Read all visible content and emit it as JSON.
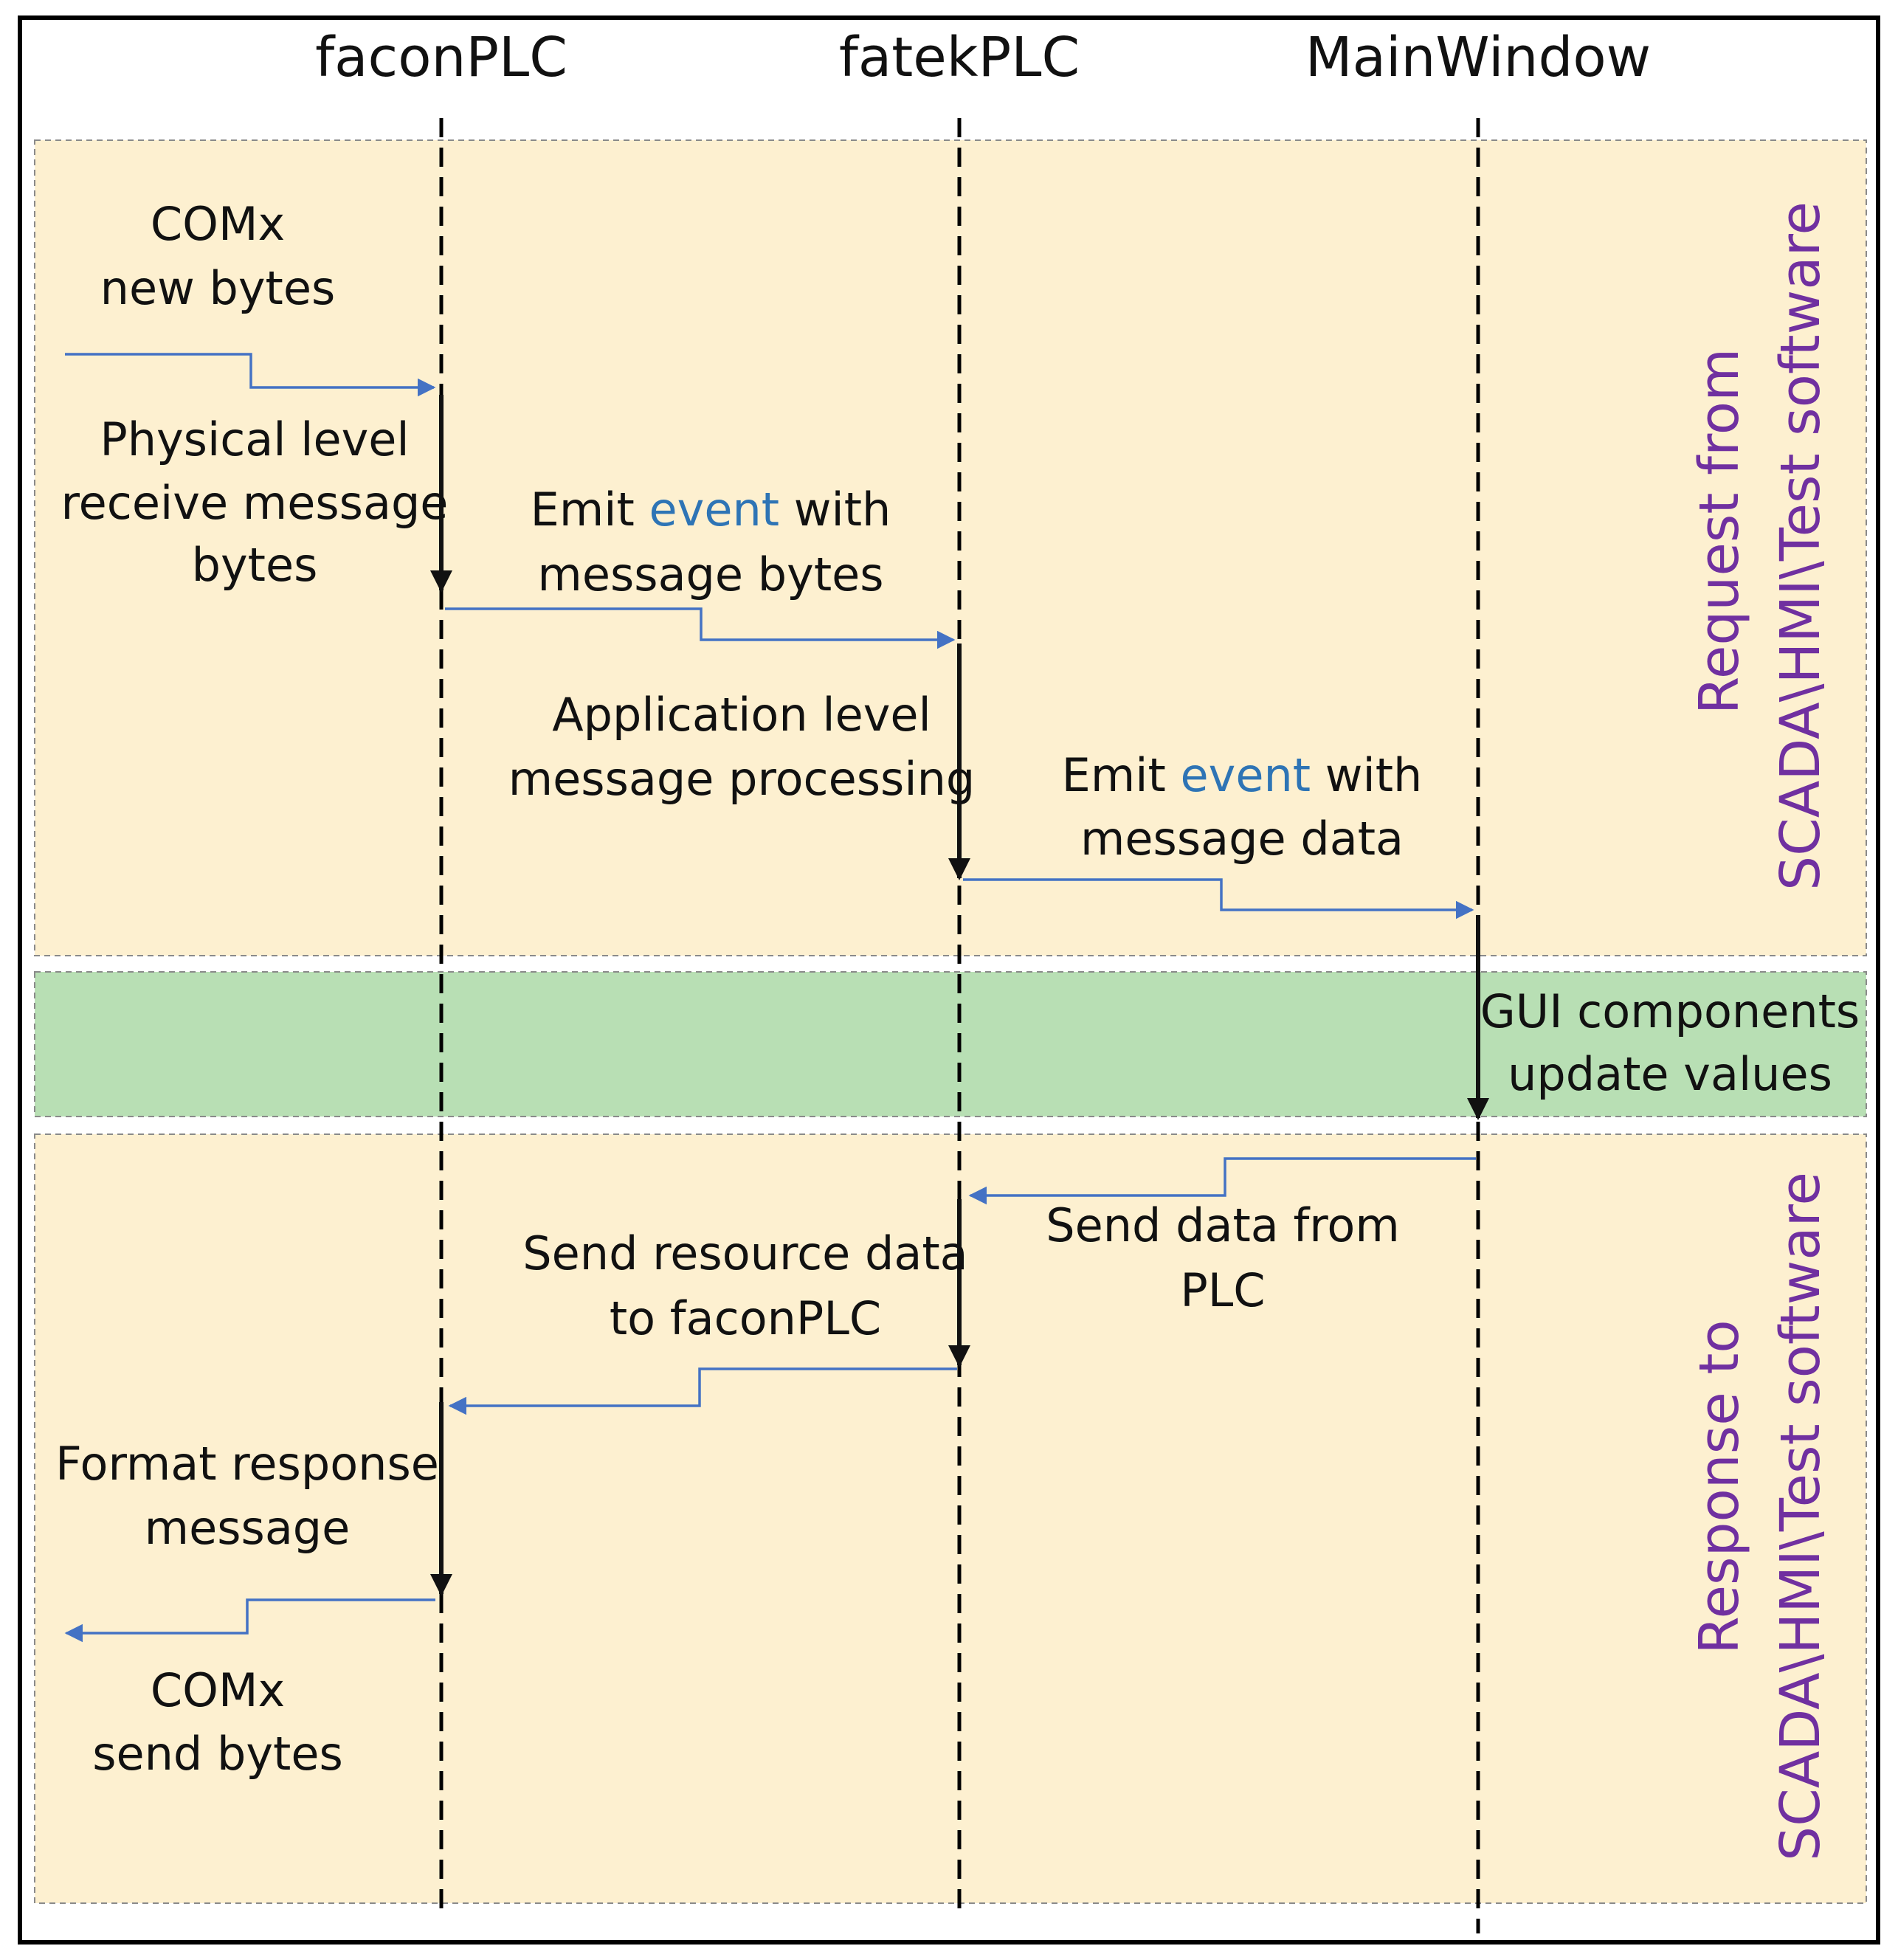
{
  "participants": [
    "faconPLC",
    "fatekPLC",
    "MainWindow"
  ],
  "sections": {
    "request": "Request from SCADA\\HMI\\Test software",
    "request_line1": "Request from",
    "request_line2": "SCADA\\HMI\\Test software",
    "response_line1": "Response to",
    "response_line2": "SCADA\\HMI\\Test software"
  },
  "labels": {
    "com_new_l1": "COMx",
    "com_new_l2": "new bytes",
    "phys_l1": "Physical level",
    "phys_l2": "receive message",
    "phys_l3": "bytes",
    "emit1_pre": "Emit ",
    "emit1_hl": "event",
    "emit1_post": " with",
    "emit1_l2": "message bytes",
    "app_l1": "Application level",
    "app_l2": "message processing",
    "emit2_pre": "Emit ",
    "emit2_hl": "event",
    "emit2_post": " with",
    "emit2_l2": "message data",
    "gui_l1": "GUI components",
    "gui_l2": "update values",
    "senddata_l1": "Send data from",
    "senddata_l2": "PLC",
    "sendres_l1": "Send resource data",
    "sendres_l2": "to faconPLC",
    "format_l1": "Format response",
    "format_l2": "message",
    "com_send_l1": "COMx",
    "com_send_l2": "send bytes"
  },
  "colors": {
    "request_band": "#fdf0d0",
    "gui_band": "#b8dfb4",
    "response_band": "#fdf0d0",
    "message_arrow": "#4472c4",
    "section_label": "#7030a0",
    "event_word": "#2e74b5"
  }
}
